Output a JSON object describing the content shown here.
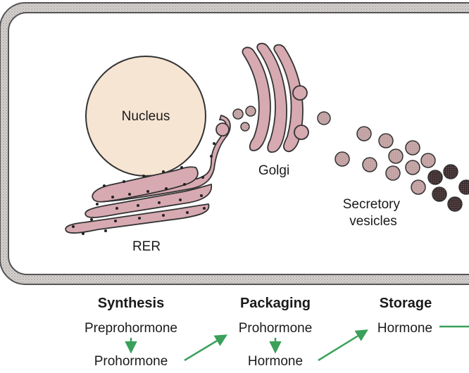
{
  "cell": {
    "nucleus_label": "Nucleus",
    "golgi_label": "Golgi",
    "rer_label": "RER",
    "vesicles_label_line1": "Secretory",
    "vesicles_label_line2": "vesicles"
  },
  "pathway": {
    "stages": [
      {
        "title": "Synthesis",
        "top": "Preprohormone",
        "bottom": "Prohormone"
      },
      {
        "title": "Packaging",
        "top": "Prohormone",
        "bottom": "Hormone"
      },
      {
        "title": "Storage",
        "top": "Hormone"
      }
    ]
  },
  "colors": {
    "membrane": "#d6d2cf",
    "cytoplasm": "#ffffff",
    "nucleus": "#f6e5d3",
    "organelle": "#d7a9b1",
    "vesicle_light": "#c9a9aa",
    "vesicle_dark": "#3a2a2c",
    "arrow": "#3aa05a"
  }
}
